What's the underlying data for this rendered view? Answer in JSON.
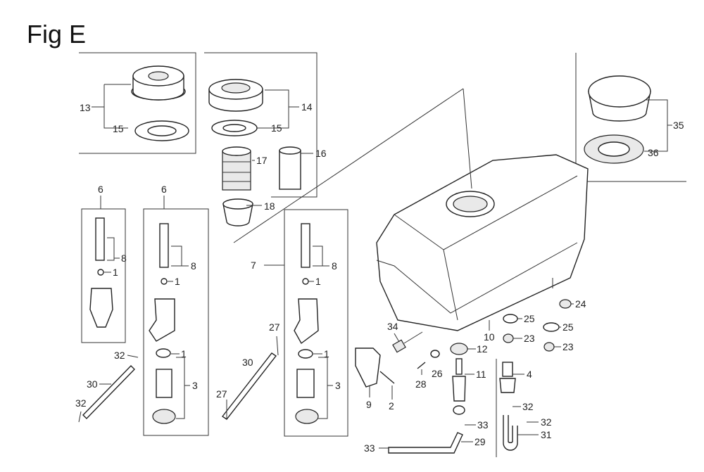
{
  "figure": {
    "title": "Fig E"
  },
  "callouts": {
    "c13": "13",
    "c15a": "15",
    "c14": "14",
    "c15b": "15",
    "c17": "17",
    "c16": "16",
    "c18": "18",
    "c35": "35",
    "c36": "36",
    "c6a": "6",
    "c8a": "8",
    "c1a": "1",
    "c6b": "6",
    "c8b": "8",
    "c1b": "1",
    "c1c": "1",
    "c3a": "3",
    "c7": "7",
    "c8c": "8",
    "c1d": "1",
    "c1e": "1",
    "c3b": "3",
    "c27a": "27",
    "c30a": "30",
    "c27b": "27",
    "c32a": "32",
    "c30b": "30",
    "c32b": "32",
    "c34": "34",
    "c9": "9",
    "c2": "2",
    "c28": "28",
    "c26": "26",
    "c12": "12",
    "c11": "11",
    "c10": "10",
    "c25a": "25",
    "c23a": "23",
    "c24": "24",
    "c25b": "25",
    "c23b": "23",
    "c4": "4",
    "c32c": "32",
    "c32d": "32",
    "c31": "31",
    "c33a": "33",
    "c33b": "33",
    "c29": "29"
  }
}
